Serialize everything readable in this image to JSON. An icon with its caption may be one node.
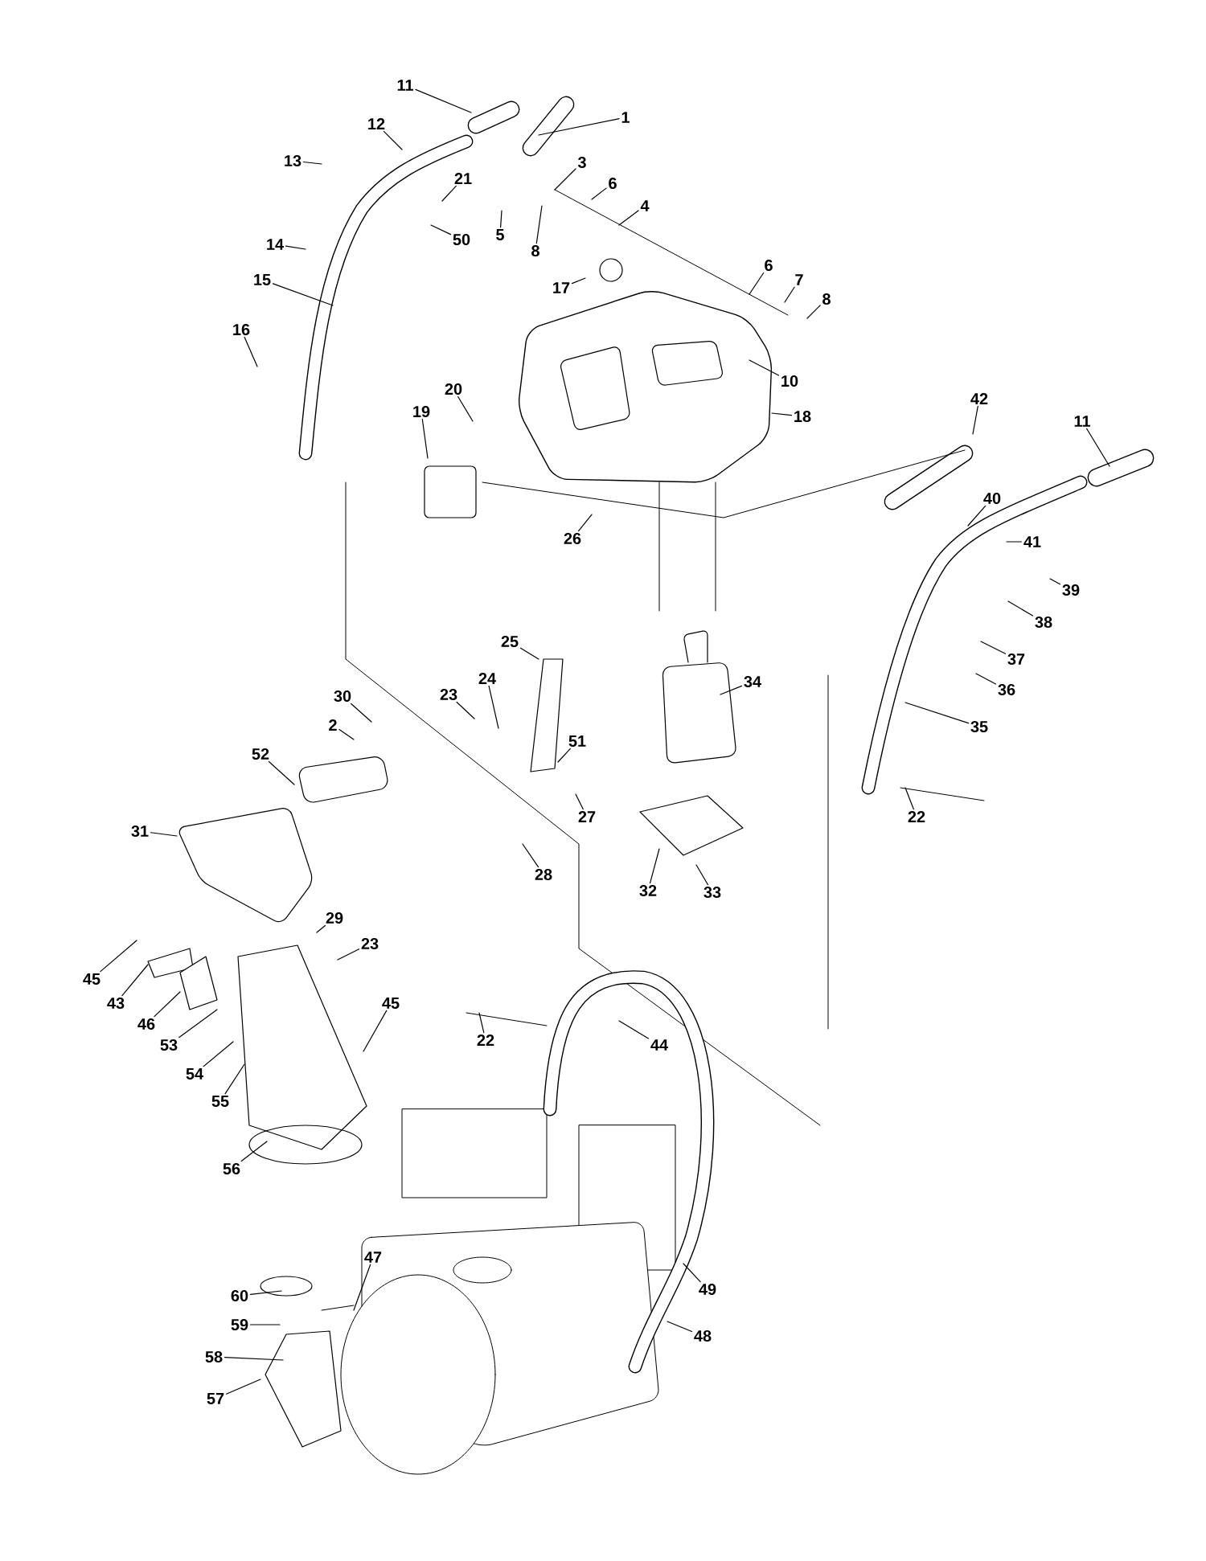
{
  "diagram": {
    "nodes": [
      {
        "text": [
          "1"
        ]
      },
      {
        "text": [
          "12"
        ]
      },
      {
        "text": [
          "11"
        ]
      },
      {
        "text": [
          "13"
        ]
      },
      {
        "text": [
          "21"
        ]
      },
      {
        "text": [
          "3"
        ]
      },
      {
        "text": [
          "6"
        ]
      },
      {
        "text": [
          "4"
        ]
      },
      {
        "text": [
          "50"
        ]
      },
      {
        "text": [
          "5"
        ]
      },
      {
        "text": [
          "8"
        ]
      },
      {
        "text": [
          "14"
        ]
      },
      {
        "text": [
          "6"
        ]
      },
      {
        "text": [
          "7"
        ]
      },
      {
        "text": [
          "8"
        ]
      },
      {
        "text": [
          "17"
        ]
      },
      {
        "text": [
          "15"
        ]
      },
      {
        "text": [
          "10"
        ]
      },
      {
        "text": [
          "18"
        ]
      },
      {
        "text": [
          "16"
        ]
      },
      {
        "text": [
          "20"
        ]
      },
      {
        "text": [
          "19"
        ]
      },
      {
        "text": [
          "42"
        ]
      },
      {
        "text": [
          "11"
        ]
      },
      {
        "text": [
          "40"
        ]
      },
      {
        "text": [
          "41"
        ]
      },
      {
        "text": [
          "26"
        ]
      },
      {
        "text": [
          "39"
        ]
      },
      {
        "text": [
          "38"
        ]
      },
      {
        "text": [
          "37"
        ]
      },
      {
        "text": [
          "36"
        ]
      },
      {
        "text": [
          "25"
        ]
      },
      {
        "text": [
          "35"
        ]
      },
      {
        "text": [
          "24"
        ]
      },
      {
        "text": [
          "34"
        ]
      },
      {
        "text": [
          "23"
        ]
      },
      {
        "text": [
          "51"
        ]
      },
      {
        "text": [
          "30"
        ]
      },
      {
        "text": [
          "2"
        ]
      },
      {
        "text": [
          "52"
        ]
      },
      {
        "text": [
          "27"
        ]
      },
      {
        "text": [
          "22"
        ]
      },
      {
        "text": [
          "31"
        ]
      },
      {
        "text": [
          "28"
        ]
      },
      {
        "text": [
          "32"
        ]
      },
      {
        "text": [
          "33"
        ]
      },
      {
        "text": [
          "29"
        ]
      },
      {
        "text": [
          "23"
        ]
      },
      {
        "text": [
          "45"
        ]
      },
      {
        "text": [
          "43"
        ]
      },
      {
        "text": [
          "46"
        ]
      },
      {
        "text": [
          "45"
        ]
      },
      {
        "text": [
          "53"
        ]
      },
      {
        "text": [
          "22"
        ]
      },
      {
        "text": [
          "44"
        ]
      },
      {
        "text": [
          "54"
        ]
      },
      {
        "text": [
          "55"
        ]
      },
      {
        "text": [
          "56"
        ]
      },
      {
        "text": [
          "47"
        ]
      },
      {
        "text": [
          "49"
        ]
      },
      {
        "text": [
          "60"
        ]
      },
      {
        "text": [
          "48"
        ]
      },
      {
        "text": [
          "59"
        ]
      },
      {
        "text": [
          "58"
        ]
      },
      {
        "text": [
          "57"
        ]
      }
    ],
    "edges": [
      {
        "from": 0,
        "to": null,
        "arrow": "none"
      },
      {
        "from": 1,
        "to": null,
        "arrow": "none"
      },
      {
        "from": 2,
        "to": null,
        "arrow": "none"
      },
      {
        "from": 3,
        "to": null,
        "arrow": "none"
      },
      {
        "from": 4,
        "to": null,
        "arrow": "none"
      },
      {
        "from": 5,
        "to": null,
        "arrow": "none"
      },
      {
        "from": 6,
        "to": null,
        "arrow": "none"
      },
      {
        "from": 7,
        "to": null,
        "arrow": "none"
      },
      {
        "from": 8,
        "to": null,
        "arrow": "none"
      },
      {
        "from": 9,
        "to": null,
        "arrow": "none"
      },
      {
        "from": 10,
        "to": null,
        "arrow": "none"
      },
      {
        "from": 11,
        "to": null,
        "arrow": "none"
      },
      {
        "from": 12,
        "to": null,
        "arrow": "none"
      },
      {
        "from": 13,
        "to": null,
        "arrow": "none"
      },
      {
        "from": 14,
        "to": null,
        "arrow": "none"
      },
      {
        "from": 15,
        "to": null,
        "arrow": "none"
      },
      {
        "from": 16,
        "to": null,
        "arrow": "none"
      },
      {
        "from": 17,
        "to": null,
        "arrow": "none"
      },
      {
        "from": 18,
        "to": null,
        "arrow": "none"
      },
      {
        "from": 19,
        "to": null,
        "arrow": "none"
      },
      {
        "from": 20,
        "to": null,
        "arrow": "none"
      },
      {
        "from": 21,
        "to": null,
        "arrow": "none"
      },
      {
        "from": 22,
        "to": null,
        "arrow": "none"
      },
      {
        "from": 23,
        "to": null,
        "arrow": "none"
      },
      {
        "from": 24,
        "to": null,
        "arrow": "none"
      },
      {
        "from": 25,
        "to": null,
        "arrow": "none"
      },
      {
        "from": 26,
        "to": null,
        "arrow": "none"
      },
      {
        "from": 27,
        "to": null,
        "arrow": "none"
      },
      {
        "from": 28,
        "to": null,
        "arrow": "none"
      },
      {
        "from": 29,
        "to": null,
        "arrow": "none"
      },
      {
        "from": 30,
        "to": null,
        "arrow": "none"
      },
      {
        "from": 31,
        "to": null,
        "arrow": "none"
      },
      {
        "from": 32,
        "to": null,
        "arrow": "none"
      },
      {
        "from": 33,
        "to": null,
        "arrow": "none"
      },
      {
        "from": 34,
        "to": null,
        "arrow": "none"
      },
      {
        "from": 35,
        "to": null,
        "arrow": "none"
      },
      {
        "from": 36,
        "to": null,
        "arrow": "none"
      },
      {
        "from": 37,
        "to": null,
        "arrow": "none"
      },
      {
        "from": 38,
        "to": null,
        "arrow": "none"
      },
      {
        "from": 39,
        "to": null,
        "arrow": "none"
      },
      {
        "from": 40,
        "to": null,
        "arrow": "none"
      },
      {
        "from": 41,
        "to": null,
        "arrow": "none"
      },
      {
        "from": 42,
        "to": null,
        "arrow": "none"
      },
      {
        "from": 43,
        "to": null,
        "arrow": "none"
      },
      {
        "from": 44,
        "to": null,
        "arrow": "none"
      },
      {
        "from": 45,
        "to": null,
        "arrow": "none"
      },
      {
        "from": 46,
        "to": null,
        "arrow": "none"
      },
      {
        "from": 47,
        "to": null,
        "arrow": "none"
      },
      {
        "from": 48,
        "to": null,
        "arrow": "none"
      },
      {
        "from": 49,
        "to": null,
        "arrow": "none"
      },
      {
        "from": 50,
        "to": null,
        "arrow": "none"
      },
      {
        "from": 51,
        "to": null,
        "arrow": "none"
      },
      {
        "from": 52,
        "to": null,
        "arrow": "none"
      },
      {
        "from": 53,
        "to": null,
        "arrow": "none"
      },
      {
        "from": 54,
        "to": null,
        "arrow": "none"
      },
      {
        "from": 55,
        "to": null,
        "arrow": "none"
      },
      {
        "from": 56,
        "to": null,
        "arrow": "none"
      },
      {
        "from": 57,
        "to": null,
        "arrow": "none"
      },
      {
        "from": 58,
        "to": null,
        "arrow": "none"
      },
      {
        "from": 59,
        "to": null,
        "arrow": "none"
      },
      {
        "from": 60,
        "to": null,
        "arrow": "none"
      },
      {
        "from": 61,
        "to": null,
        "arrow": "none"
      },
      {
        "from": 62,
        "to": null,
        "arrow": "none"
      },
      {
        "from": 63,
        "to": null,
        "arrow": "none"
      },
      {
        "from": 64,
        "to": null,
        "arrow": "none"
      }
    ]
  }
}
